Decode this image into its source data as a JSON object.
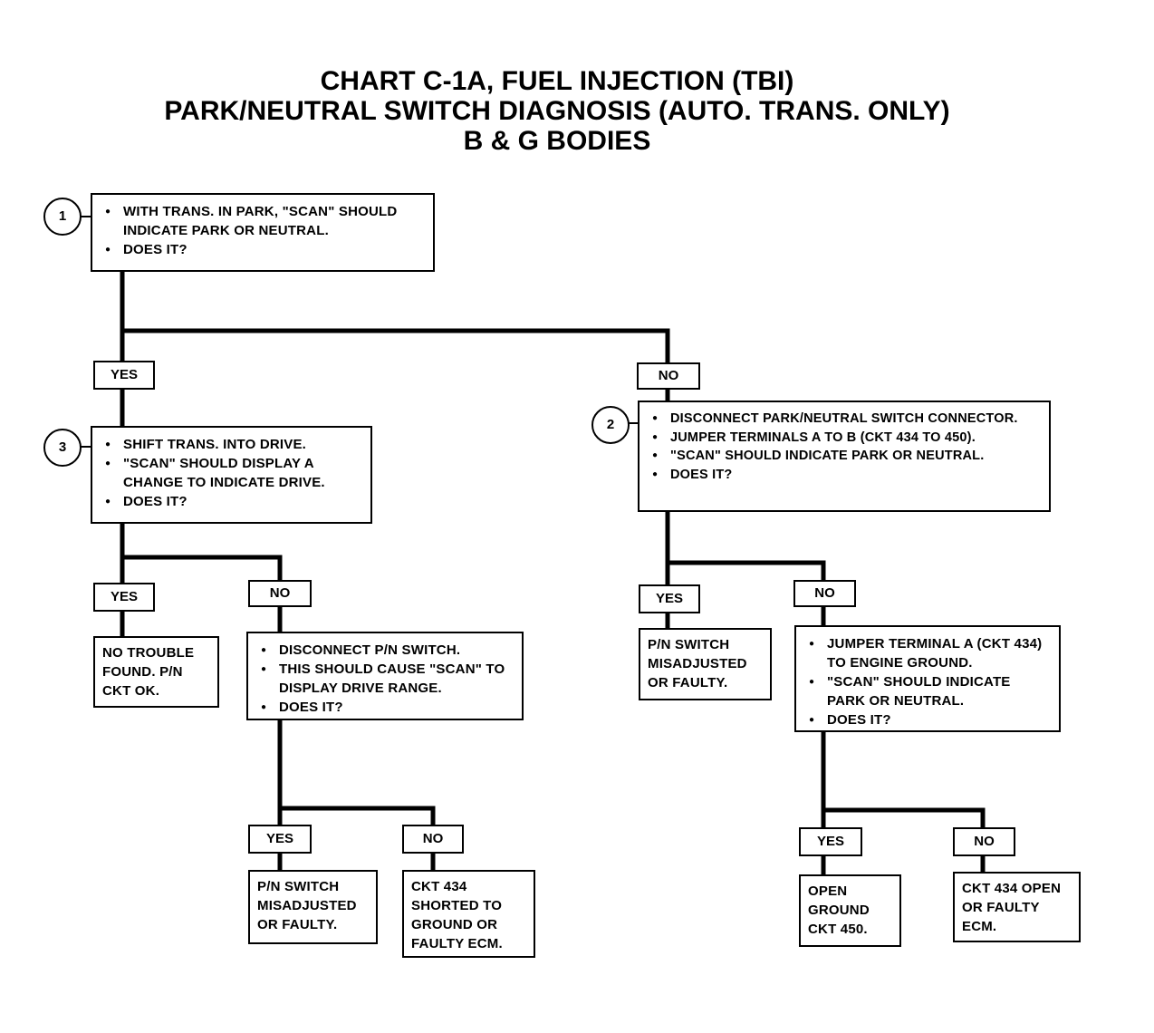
{
  "title": {
    "line1": "CHART C-1A, FUEL INJECTION (TBI)",
    "line2": "PARK/NEUTRAL SWITCH DIAGNOSIS (AUTO. TRANS. ONLY)",
    "line3": "B & G BODIES"
  },
  "steps": {
    "s1": {
      "num": "1",
      "lines": [
        "WITH TRANS. IN PARK, \"SCAN\" SHOULD INDICATE PARK OR NEUTRAL.",
        "DOES IT?"
      ]
    },
    "s2": {
      "num": "2",
      "lines": [
        "DISCONNECT PARK/NEUTRAL SWITCH CONNECTOR.",
        "JUMPER TERMINALS A TO B (CKT 434 TO 450).",
        "\"SCAN\" SHOULD INDICATE PARK OR NEUTRAL.",
        "DOES IT?"
      ]
    },
    "s3": {
      "num": "3",
      "lines": [
        "SHIFT TRANS. INTO DRIVE.",
        "\"SCAN\" SHOULD DISPLAY A CHANGE TO INDICATE DRIVE.",
        "DOES IT?"
      ]
    },
    "s4": {
      "lines": [
        "DISCONNECT P/N SWITCH.",
        "THIS SHOULD CAUSE \"SCAN\" TO DISPLAY DRIVE RANGE.",
        "DOES IT?"
      ]
    },
    "s5": {
      "lines": [
        "JUMPER TERMINAL A (CKT 434) TO ENGINE GROUND.",
        "\"SCAN\" SHOULD INDICATE PARK OR NEUTRAL.",
        "DOES IT?"
      ]
    }
  },
  "results": {
    "r1": "NO TROUBLE FOUND. P/N CKT OK.",
    "r2": "P/N SWITCH MISADJUSTED OR FAULTY.",
    "r3": "CKT 434 SHORTED TO GROUND OR FAULTY ECM.",
    "r4": "P/N SWITCH MISADJUSTED OR FAULTY.",
    "r5": "OPEN GROUND CKT 450.",
    "r6": "CKT 434 OPEN OR FAULTY ECM."
  },
  "labels": {
    "yes": "YES",
    "no": "NO"
  }
}
